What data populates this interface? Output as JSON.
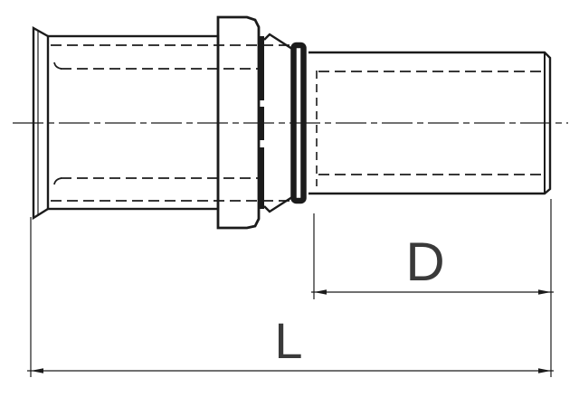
{
  "drawing": {
    "kind": "technical-drawing",
    "part": "press-fitting-adapter",
    "dimension_labels": {
      "d": "D",
      "l": "L"
    },
    "colors": {
      "line": "#1b1b1b",
      "label": "#3a3a3a",
      "background": "#ffffff"
    }
  }
}
